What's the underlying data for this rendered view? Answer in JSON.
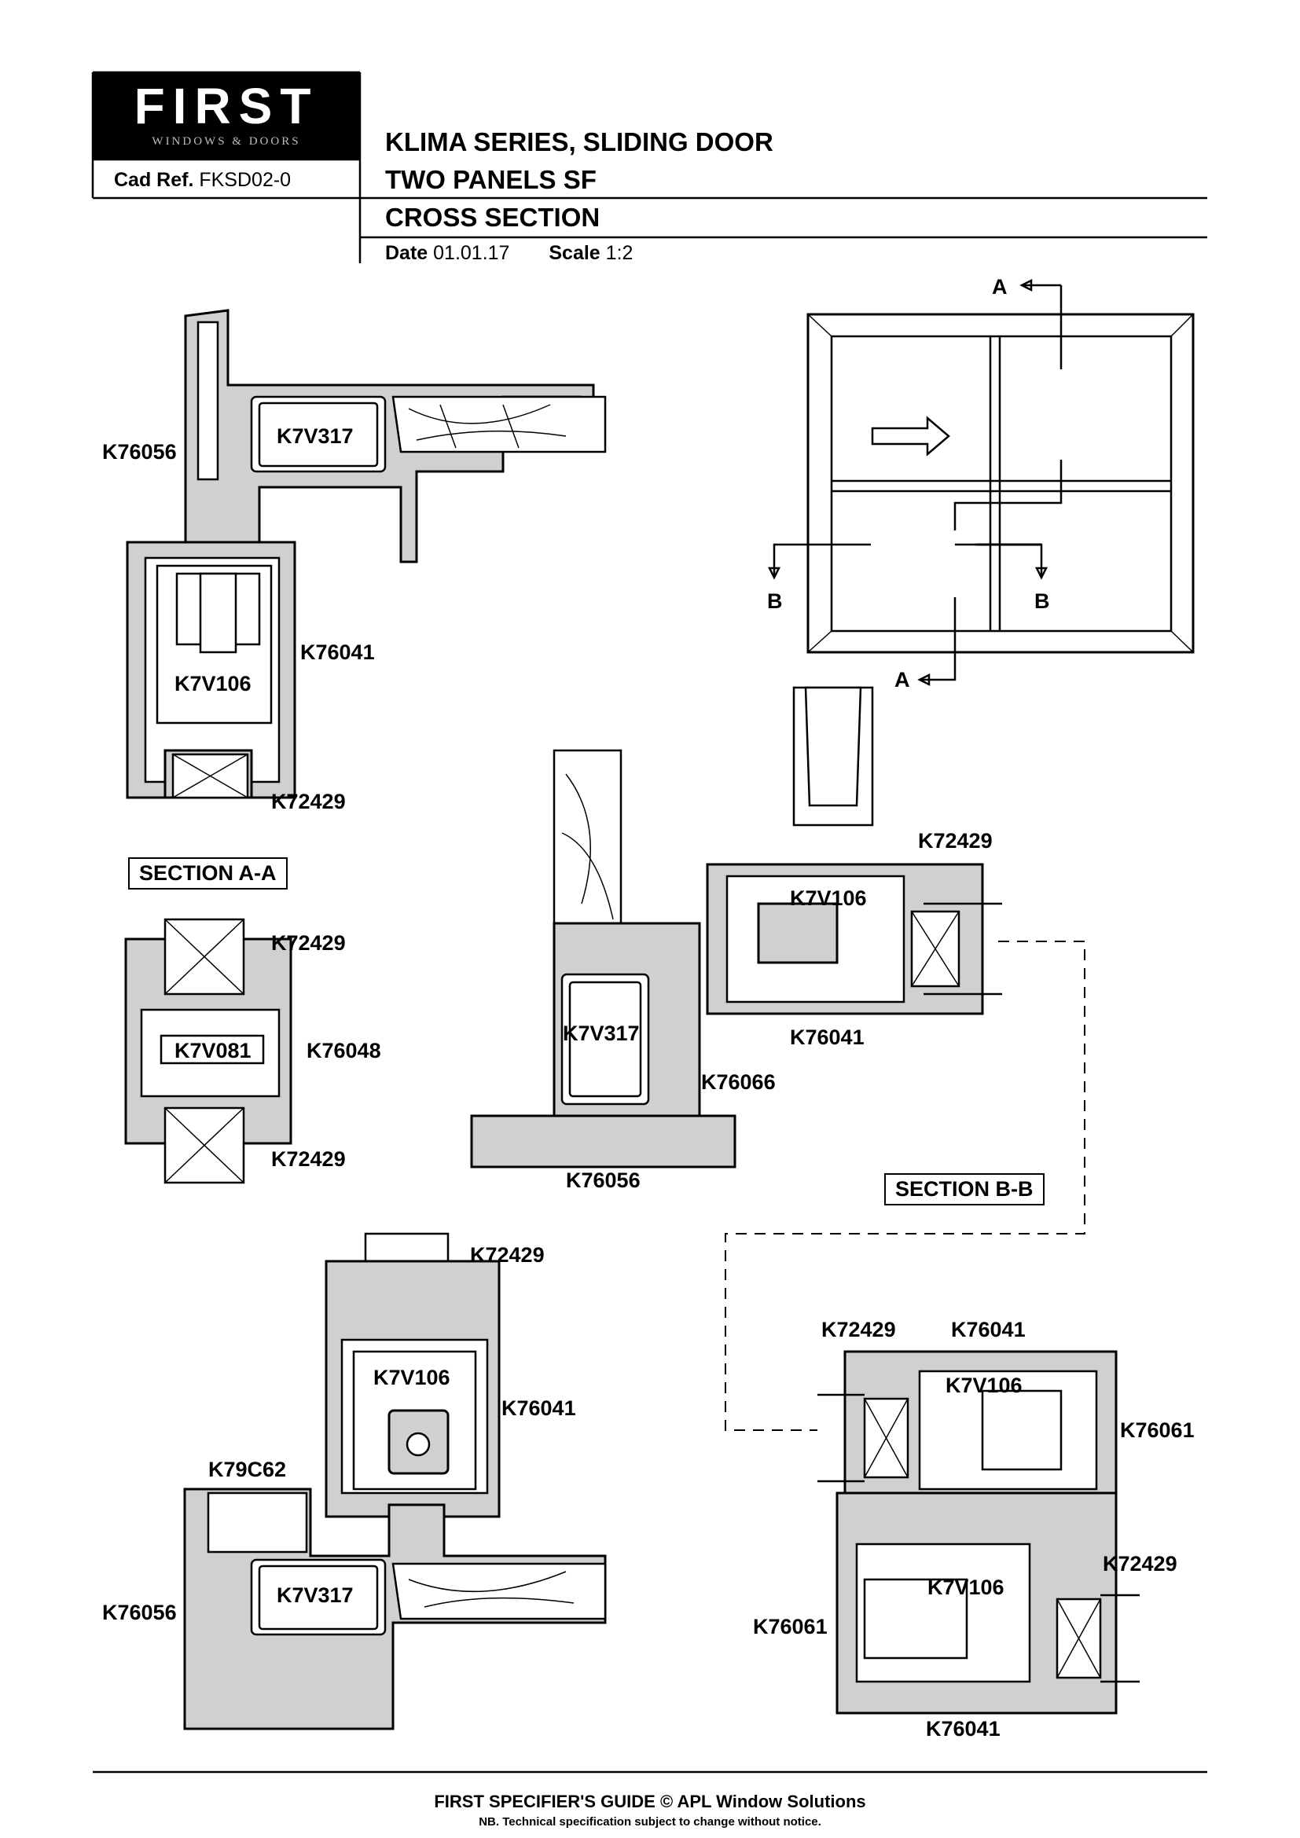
{
  "header": {
    "logo_text": "FIRST",
    "logo_subtitle": "WINDOWS & DOORS",
    "cad_ref_label": "Cad Ref.",
    "cad_ref_value": "FKSD02-0",
    "title_line1": "KLIMA SERIES, SLIDING DOOR",
    "title_line2": "TWO PANELS SF",
    "title_line3": "CROSS SECTION",
    "date_label": "Date",
    "date_value": "01.01.17",
    "scale_label": "Scale",
    "scale_value": "1:2"
  },
  "elevation": {
    "marker_a": "A",
    "marker_b": "B"
  },
  "sections": {
    "section_a": "SECTION A-A",
    "section_b": "SECTION B-B"
  },
  "parts": {
    "a_top_k76056": "K76056",
    "a_top_k7v317": "K7V317",
    "a_top_k76041": "K76041",
    "a_top_k7v106": "K7V106",
    "a_top_k72429": "K72429",
    "a_mid_k72429_top": "K72429",
    "a_mid_k7v081": "K7V081",
    "a_mid_k76048": "K76048",
    "a_mid_k72429_bottom": "K72429",
    "a_bot_k72429": "K72429",
    "a_bot_k7v106": "K7V106",
    "a_bot_k76041": "K76041",
    "a_bot_k79c62": "K79C62",
    "a_bot_k76056": "K76056",
    "a_bot_k7v317": "K7V317",
    "b_left_k72429": "K72429",
    "b_left_k7v106": "K7V106",
    "b_left_k7v317": "K7V317",
    "b_left_k76041": "K76041",
    "b_left_k76066": "K76066",
    "b_left_k76056": "K76056",
    "b_right_k72429_top": "K72429",
    "b_right_k76041_top": "K76041",
    "b_right_k7v106_top": "K7V106",
    "b_right_k76061_top": "K76061",
    "b_right_k72429_bottom": "K72429",
    "b_right_k7v106_bottom": "K7V106",
    "b_right_k76061_bottom": "K76061",
    "b_right_k76041_bottom": "K76041"
  },
  "footer": {
    "line1": "FIRST SPECIFIER'S GUIDE  © APL Window Solutions",
    "line2": "NB. Technical specification subject to change without notice."
  }
}
